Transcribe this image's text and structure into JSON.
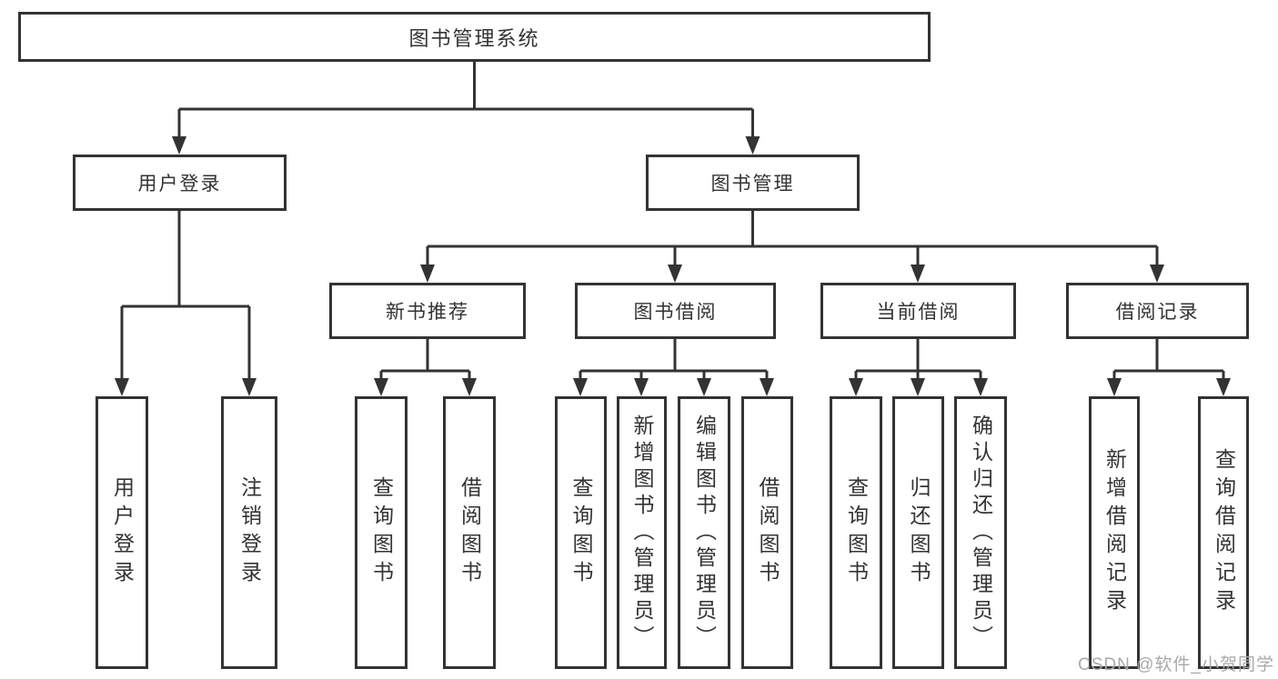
{
  "diagram": {
    "nodes": {
      "root": "图书管理系统",
      "user_login": "用户登录",
      "book_mgmt": "图书管理",
      "recommend": "新书推荐",
      "borrow": "图书借阅",
      "current": "当前借阅",
      "records": "借阅记录",
      "ul_login": "用户登录",
      "ul_logout": "注销登录",
      "rc_query": "查询图书",
      "rc_borrow": "借阅图书",
      "bw_query": "查询图书",
      "bw_add": "新增图书（管理员）",
      "bw_edit": "编辑图书（管理员）",
      "bw_borrow": "借阅图书",
      "cu_query": "查询图书",
      "cu_return": "归还图书",
      "cu_confirm": "确认归还（管理员）",
      "rd_add": "新增借阅记录",
      "rd_query": "查询借阅记录"
    },
    "hierarchy": {
      "图书管理系统": [
        "用户登录",
        "图书管理"
      ],
      "用户登录": [
        "用户登录",
        "注销登录"
      ],
      "图书管理": [
        "新书推荐",
        "图书借阅",
        "当前借阅",
        "借阅记录"
      ],
      "新书推荐": [
        "查询图书",
        "借阅图书"
      ],
      "图书借阅": [
        "查询图书",
        "新增图书（管理员）",
        "编辑图书（管理员）",
        "借阅图书"
      ],
      "当前借阅": [
        "查询图书",
        "归还图书",
        "确认归还（管理员）"
      ],
      "借阅记录": [
        "新增借阅记录",
        "查询借阅记录"
      ]
    }
  },
  "watermark": "CSDN @软件_小贺同学",
  "colors": {
    "line": "#333333",
    "text": "#333333",
    "watermark": "#a9a9a9"
  }
}
